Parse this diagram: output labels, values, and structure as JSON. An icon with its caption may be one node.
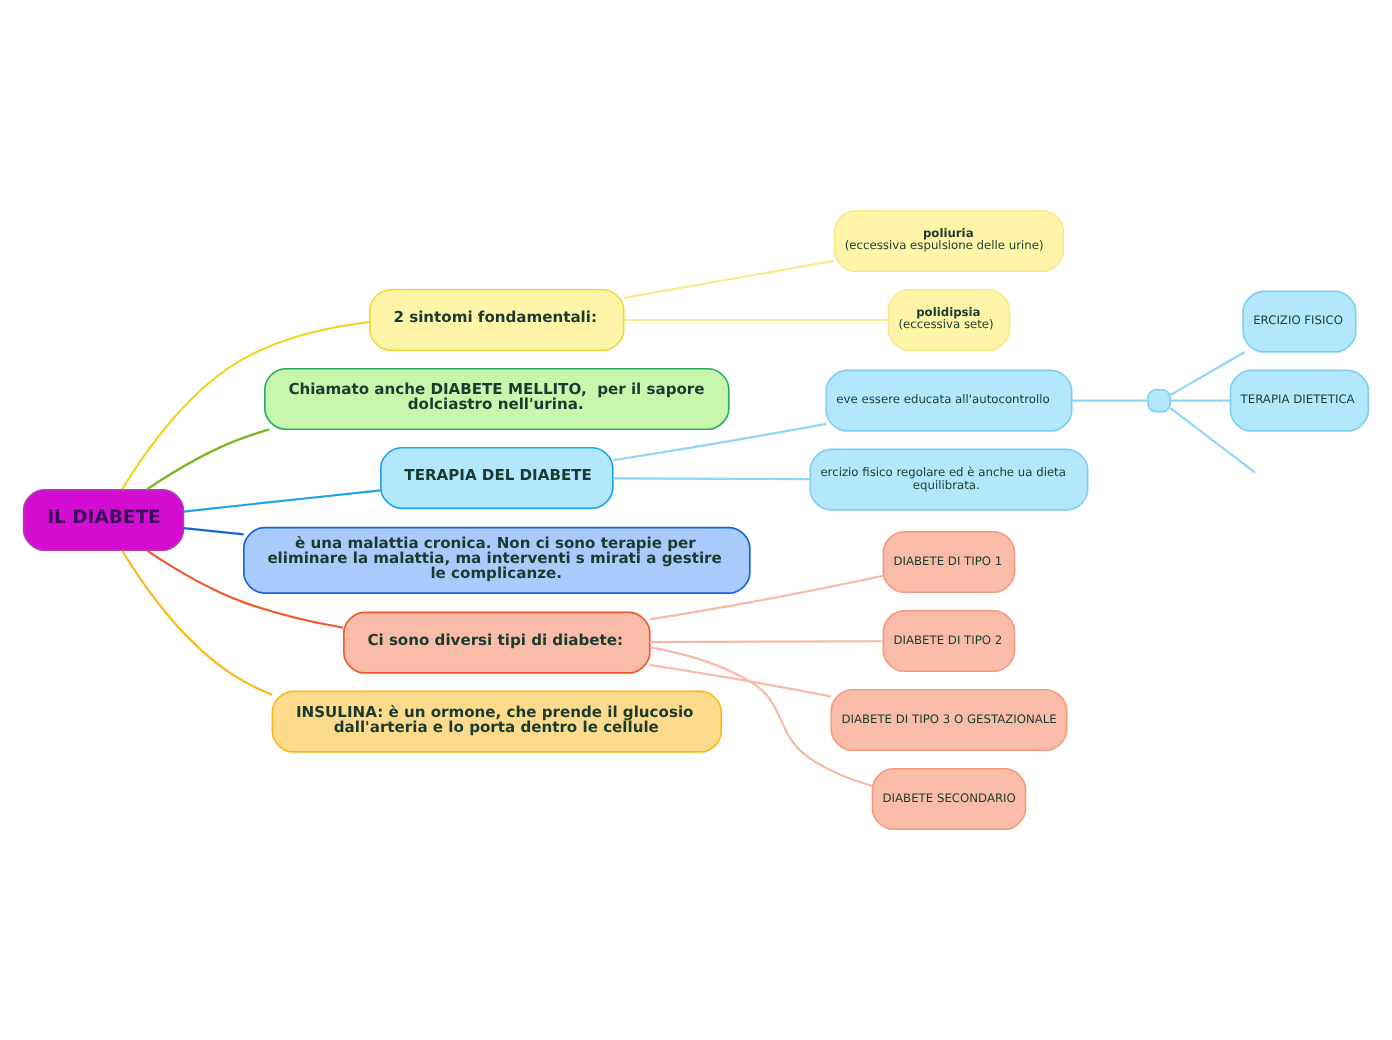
{
  "diagram": {
    "nodes": [
      {
        "text": [
          "IL DIABETE"
        ]
      },
      {
        "text": [
          "2 sintomi fondamentali:"
        ]
      },
      {
        "text": [
          "poliuria",
          "(eccessiva espulsione delle urine)"
        ]
      },
      {
        "text": [
          "polidipsia",
          "(eccessiva sete)"
        ]
      },
      {
        "text": [
          "Chiamato anche DIABETE MELLITO,  per il sapore dolciastro nell'urina."
        ]
      },
      {
        "text": [
          "TERAPIA DEL DIABETE"
        ]
      },
      {
        "text": [
          "eve essere educata all'autocontrollo"
        ]
      },
      {
        "text": [],
        "shape": "box"
      },
      {
        "text": [
          "ERCIZIO FISICO"
        ]
      },
      {
        "text": [
          "TERAPIA DIETETICA"
        ]
      },
      {
        "text": [
          "ercizio fisico regolare ed è anche ua dieta equilibrata."
        ]
      },
      {
        "text": [
          "è una malattia cronica. Non ci sono terapie per eliminare la malattia, ma interventi s mirati a gestire le complicanze."
        ]
      },
      {
        "text": [
          "Ci sono diversi tipi di diabete:"
        ]
      },
      {
        "text": [
          "DIABETE DI TIPO 1"
        ]
      },
      {
        "text": [
          "DIABETE DI TIPO 2"
        ]
      },
      {
        "text": [
          "DIABETE DI TIPO 3 O GESTAZIONALE"
        ]
      },
      {
        "text": [
          "DIABETE SECONDARIO"
        ]
      },
      {
        "text": [
          "INSULINA: è un ormone, che prende il glucosio dall'arteria e lo porta dentro le cellule"
        ]
      }
    ],
    "edges": [
      {
        "from": 0,
        "to": 1,
        "arrow": "none",
        "color": "#f2d41e"
      },
      {
        "from": 1,
        "to": 2,
        "arrow": "none",
        "color": "#fbe98a"
      },
      {
        "from": 1,
        "to": 3,
        "arrow": "none",
        "color": "#fbe98a"
      },
      {
        "from": 0,
        "to": 4,
        "arrow": "none",
        "color": "#7ab51d"
      },
      {
        "from": 0,
        "to": 5,
        "arrow": "none",
        "color": "#1aa3e8"
      },
      {
        "from": 5,
        "to": 6,
        "arrow": "none",
        "color": "#8fd6f5"
      },
      {
        "from": 6,
        "to": 7,
        "arrow": "none",
        "color": "#8fd6f5"
      },
      {
        "from": 7,
        "to": null,
        "arrow": "none",
        "color": "#8fd6f5"
      },
      {
        "from": 7,
        "to": 8,
        "arrow": "none",
        "color": "#8fd6f5"
      },
      {
        "from": 7,
        "to": 9,
        "arrow": "none",
        "color": "#8fd6f5"
      },
      {
        "from": 5,
        "to": 10,
        "arrow": "none",
        "color": "#8fd6f5"
      },
      {
        "from": 0,
        "to": 11,
        "arrow": "none",
        "color": "#1565d8"
      },
      {
        "from": 0,
        "to": 12,
        "arrow": "none",
        "color": "#f0582a"
      },
      {
        "from": 12,
        "to": 13,
        "arrow": "none",
        "color": "#f8b8a4"
      },
      {
        "from": 12,
        "to": 14,
        "arrow": "none",
        "color": "#f8b8a4"
      },
      {
        "from": 12,
        "to": 15,
        "arrow": "none",
        "color": "#f8b8a4"
      },
      {
        "from": 12,
        "to": 16,
        "arrow": "none",
        "color": "#f8b8a4"
      },
      {
        "from": 0,
        "to": 17,
        "arrow": "none",
        "color": "#fbb917"
      }
    ]
  }
}
